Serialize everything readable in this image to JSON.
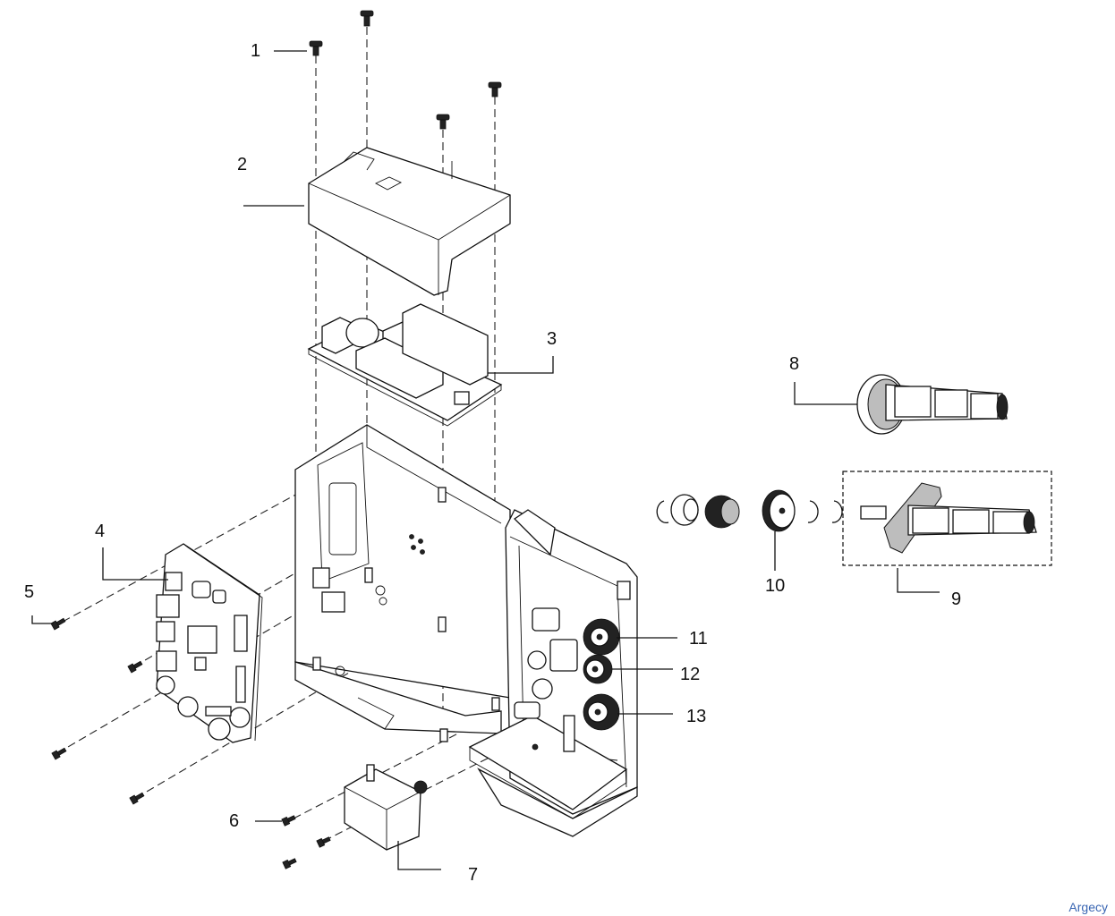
{
  "callouts": {
    "c1": "1",
    "c2": "2",
    "c3": "3",
    "c4": "4",
    "c5": "5",
    "c6": "6",
    "c7": "7",
    "c8": "8",
    "c9": "9",
    "c10": "10",
    "c11": "11",
    "c12": "12",
    "c13": "13"
  },
  "watermark": "Argecy"
}
